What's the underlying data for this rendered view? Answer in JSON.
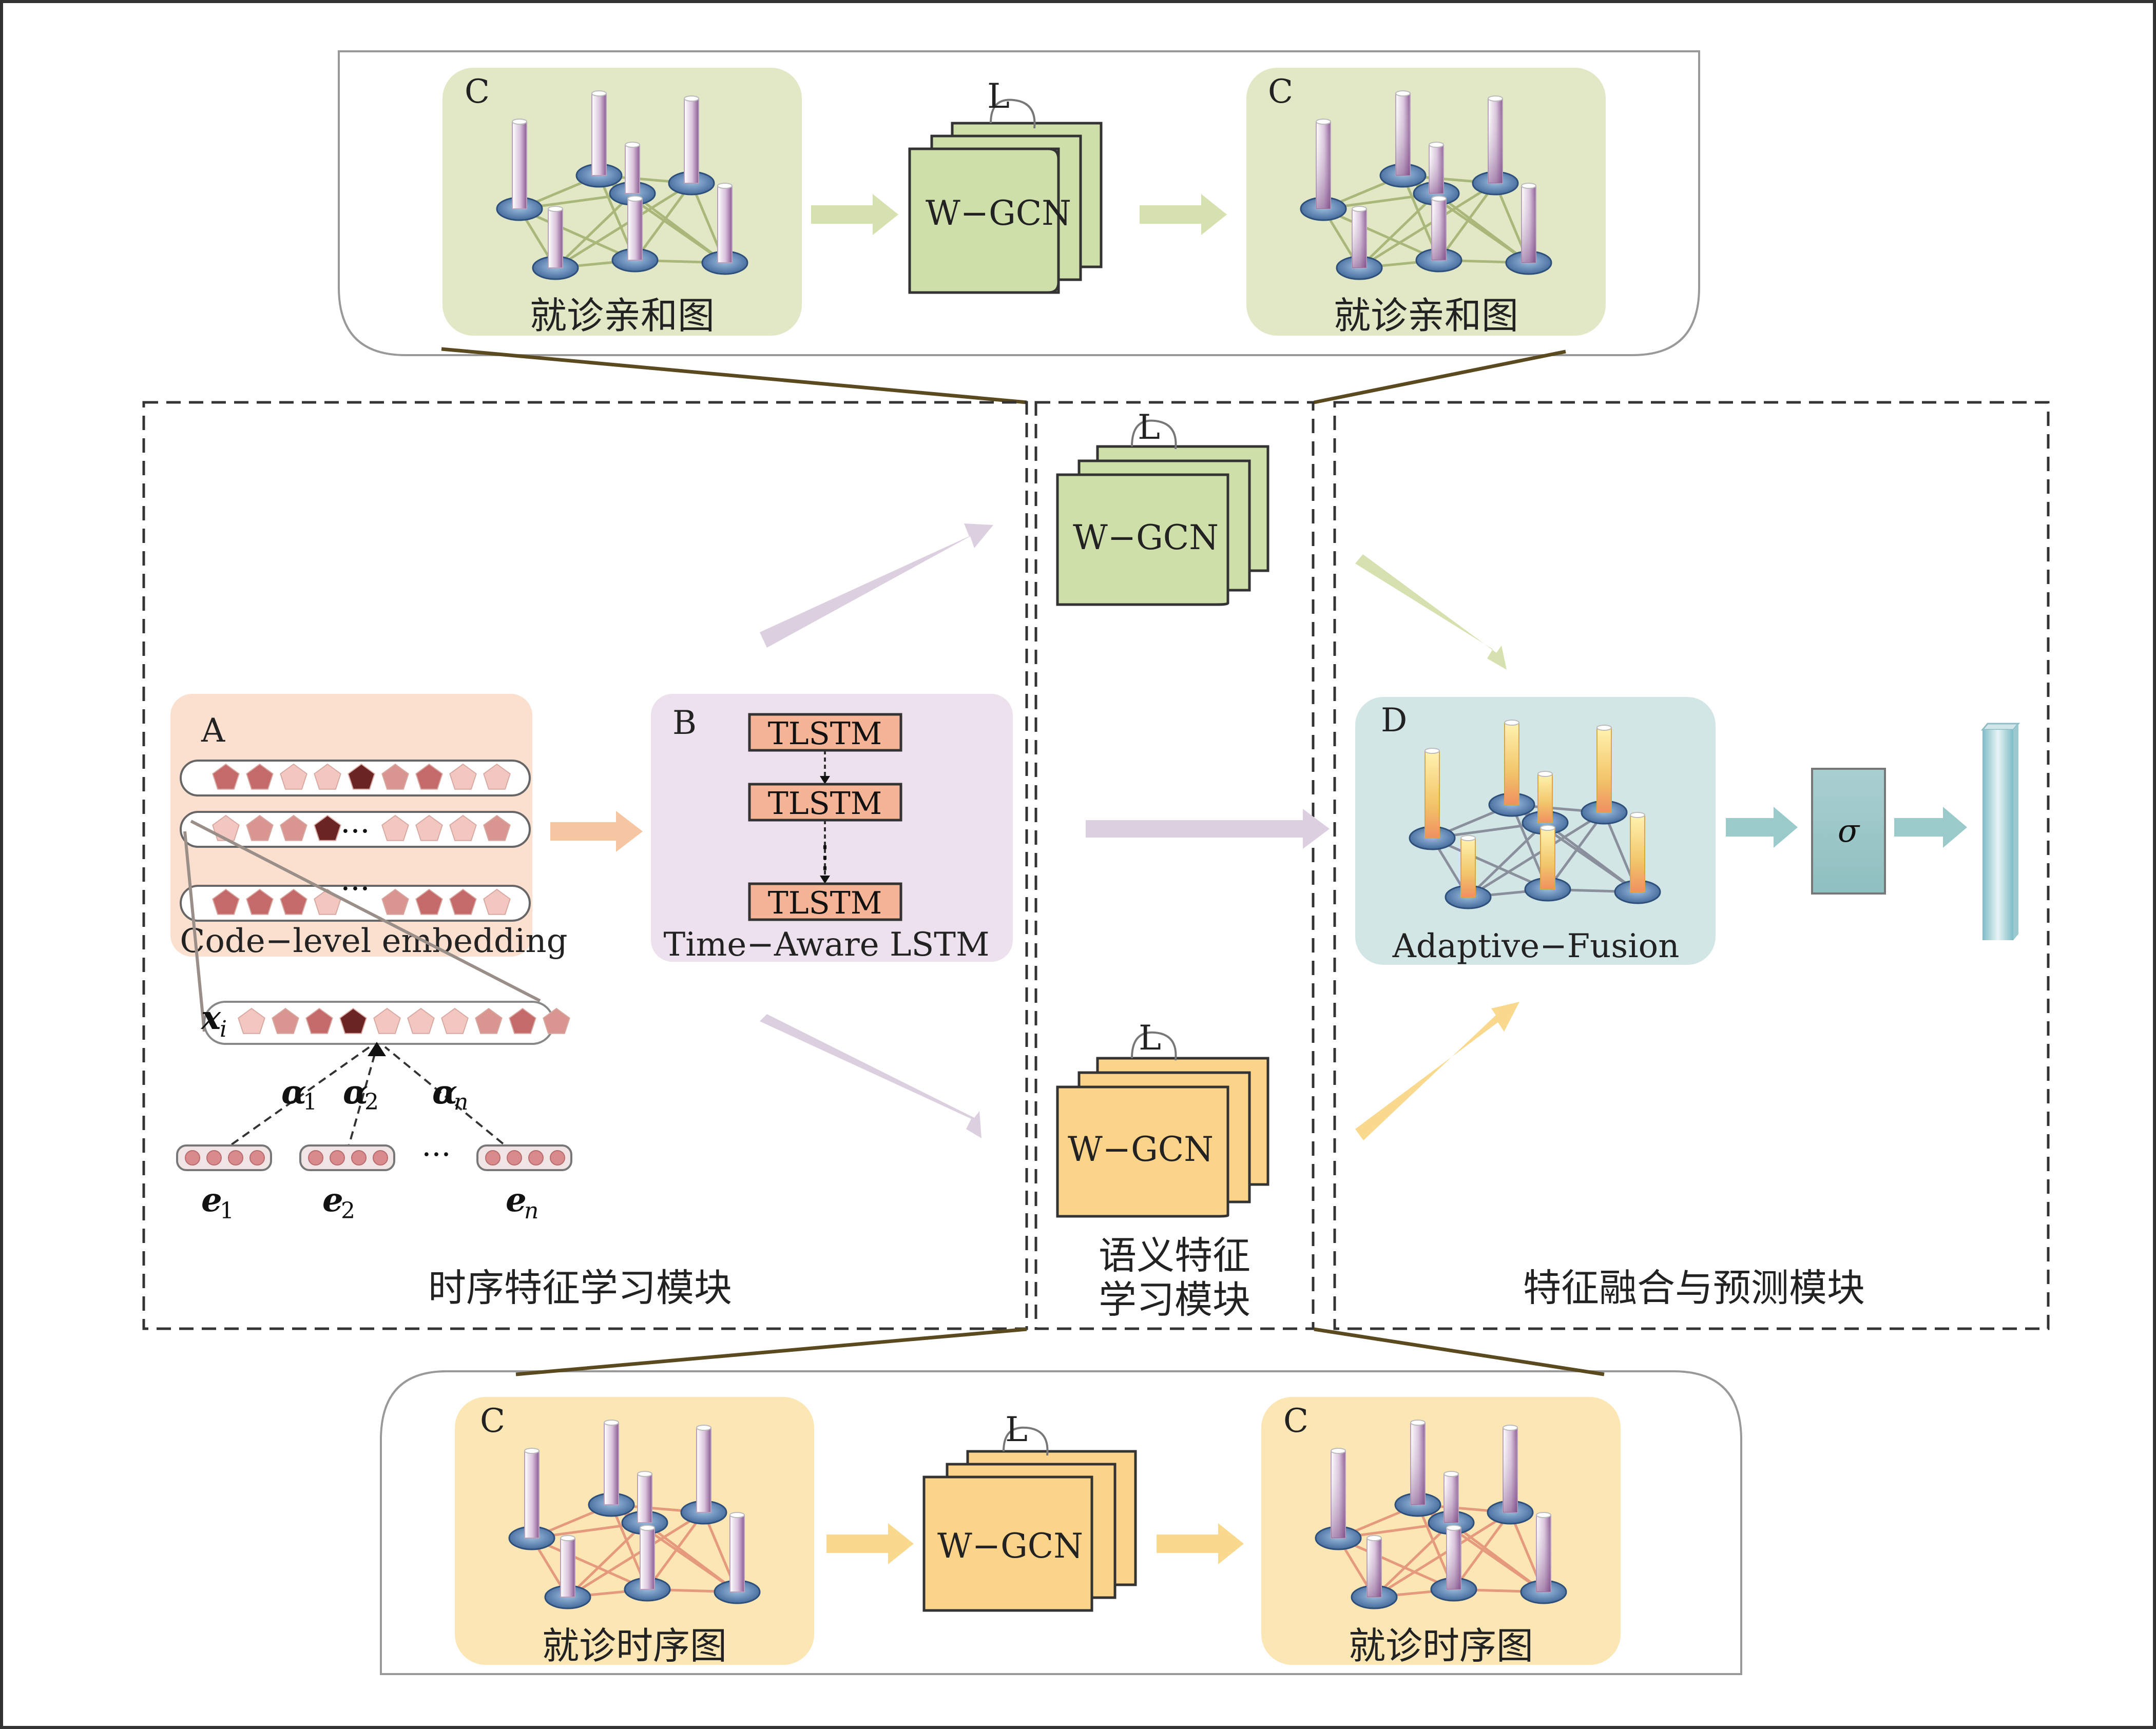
{
  "modules": {
    "temporal": "时序特征学习模块",
    "semantic_line1": "语义特征",
    "semantic_line2": "学习模块",
    "fusion": "特征融合与预测模块"
  },
  "panel_letters": {
    "a": "A",
    "b": "B",
    "c": "C",
    "d": "D",
    "loop": "L"
  },
  "top_panel": {
    "left_graph_label": "就诊亲和图",
    "right_graph_label": "就诊亲和图",
    "gcn": "W−GCN"
  },
  "bottom_panel": {
    "left_graph_label": "就诊时序图",
    "right_graph_label": "就诊时序图",
    "gcn": "W−GCN"
  },
  "code_embedding": {
    "caption": "Code−level embedding",
    "dots": "···",
    "xi": "x",
    "xi_sub": "i",
    "alpha1": "α",
    "alpha1_sub": "1",
    "alpha2": "α",
    "alpha2_sub": "2",
    "alphan": "α",
    "alphan_sub": "n",
    "e1": "e",
    "e1_sub": "1",
    "e2": "e",
    "e2_sub": "2",
    "en": "e",
    "en_sub": "n",
    "ellipsis": "···"
  },
  "tlstm": {
    "cell": "TLSTM",
    "caption": "Time−Aware LSTM",
    "vdots": "⋮"
  },
  "semantic": {
    "gcn_top": "W−GCN",
    "gcn_bottom": "W−GCN"
  },
  "fusion": {
    "caption": "Adaptive−Fusion",
    "sigma": "σ"
  },
  "colors": {
    "affinity_bg": "#e2e8c6",
    "temporal_bg": "#fbe6b4",
    "code_bg": "#fbe0d0",
    "lstm_bg": "#ece1ec",
    "fusion_bg": "#d3e6e6",
    "gcn_green": "#cfdfaa",
    "gcn_orange": "#fbd48a",
    "arrow_orange": "#f6c6a2",
    "arrow_purple": "#dccfdf",
    "arrow_green": "#d5e1ae",
    "arrow_yellow": "#f8d98e",
    "arrow_teal": "#9bcacb",
    "node": "#4d74a6"
  }
}
